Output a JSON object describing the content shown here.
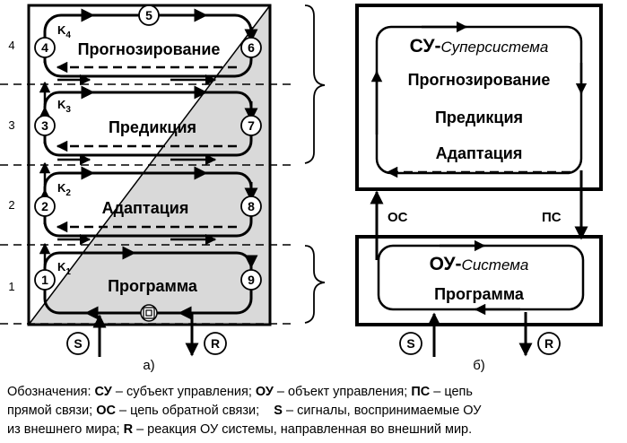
{
  "left": {
    "levels": [
      {
        "number": "4",
        "node_left": "4",
        "node_right": "6",
        "k_letter": "K",
        "k_index": "4",
        "label": "Прогнозирование"
      },
      {
        "number": "3",
        "node_left": "3",
        "node_right": "7",
        "k_letter": "K",
        "k_index": "3",
        "label": "Предикция"
      },
      {
        "number": "2",
        "node_left": "2",
        "node_right": "8",
        "k_letter": "K",
        "k_index": "2",
        "label": "Адаптация"
      },
      {
        "number": "1",
        "node_left": "1",
        "node_right": "9",
        "k_letter": "K",
        "k_index": "1",
        "label": "Программа"
      }
    ],
    "top_node": "5",
    "signal": "S",
    "reaction": "R",
    "caption": "а)"
  },
  "right": {
    "su_prefix": "СУ-",
    "su_system": "Суперсистема",
    "su_items": [
      "Прогнозирование",
      "Предикция",
      "Адаптация"
    ],
    "ou_prefix": "ОУ-",
    "ou_system": "Система",
    "ou_item": "Программа",
    "feedback_label": "ОС",
    "forward_label": "ПС",
    "signal": "S",
    "reaction": "R",
    "caption": "б)"
  },
  "legend": {
    "l1_a": "Обозначения: ",
    "l1_su": "СУ",
    "l1_b": " – субъект управления; ",
    "l1_ou": "ОУ",
    "l1_c": " – объект управления; ",
    "l1_ps": "ПС",
    "l1_d": " – цепь",
    "l2_a": "прямой связи; ",
    "l2_os": "ОС",
    "l2_b": " – цепь обратной связи;    ",
    "l2_s": "S",
    "l2_c": " – сигналы, воспринимаемые ОУ",
    "l3_a": "из внешнего мира;  ",
    "l3_r": "R",
    "l3_b": " – реакция ОУ системы, направленная во внешний мир."
  }
}
